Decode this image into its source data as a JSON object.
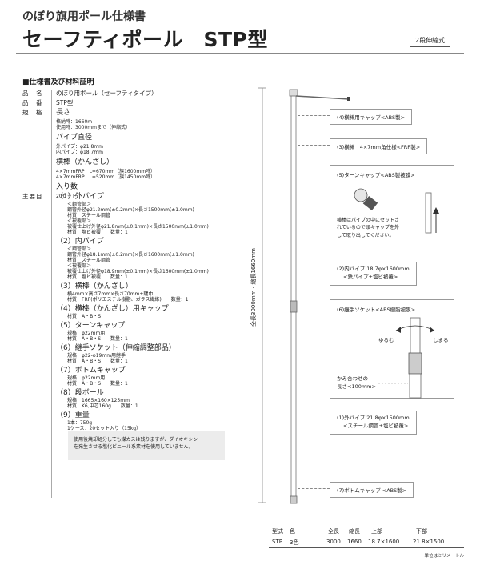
{
  "header": {
    "doc_label": "のぼり旗用ポール仕様書",
    "title": "セーフティポール　STP型",
    "badge": "2段伸縮式"
  },
  "section_title": "■仕様書及び材料証明",
  "spec": {
    "hinmei_key": "品　名",
    "hinmei": "のぼり用ポール（セーフティタイプ）",
    "hinban_key": "品　番",
    "hinban": "STP型",
    "kikaku_key": "規　格",
    "length_title": "長さ",
    "length_1": "格納時：1660m",
    "length_2": "使用時：3000mmまで（伸縮式）",
    "pipe_title": "パイプ直径",
    "pipe_1": "外パイプ：φ21.8mm",
    "pipe_2": "内パイプ：φ18.7mm",
    "yoko_title": "横棒（かんざし）",
    "yoko_1": "4×7mmFRP　L=670mm（旗1600mm時）",
    "yoko_2": "4×7mmFRP　L=520mm（旗1450mm時）",
    "count_title": "入り数",
    "count_1": "20セット",
    "shuyo_key": "主要目",
    "p1_title": "（1）外パイプ",
    "p1_l1": "＜鋼管部＞",
    "p1_l2": "鋼管外径φ21.2mm(±0.2mm)×長さ1500mm(±1.0mm)",
    "p1_l3": "材質：スチール鋼管",
    "p1_l4": "＜被覆部＞",
    "p1_l5": "被覆仕上げ外径φ21.8mm(±0.1mm)×長さ1500mm(±1.0mm)",
    "p1_l6": "材質：塩ビ被覆　　数量：1",
    "p2_title": "（2）内パイプ",
    "p2_l1": "＜鋼管部＞",
    "p2_l2": "鋼管外径φ18.1mm(±0.2mm)×長さ1600mm(±1.0mm)",
    "p2_l3": "材質：スチール鋼管",
    "p2_l4": "＜被覆部＞",
    "p2_l5": "被覆仕上げ外径φ18.9mm(±0.1mm)×長さ1600mm(±1.0mm)",
    "p2_l6": "材質：塩ビ被覆　　数量：1",
    "p3_title": "（3）横棒（かんざし）",
    "p3_l1": "横4mm×高さ7mm×長さ70mm+鍵巾",
    "p3_l2": "材質：FRP(ポリエステル樹脂、ガラス繊維)　　数量：1",
    "p4_title": "（4）横棒（かんざし）用キャップ",
    "p4_l1": "材質：A・B・S",
    "p5_title": "（5）ターンキャップ",
    "p5_l1": "規格：φ22mm用",
    "p5_l2": "材質：A・B・S　　数量：1",
    "p6_title": "（6）継手ソケット（伸縮調整部品）",
    "p6_l1": "規格：φ22-φ19mm用継手",
    "p6_l2": "材質：A・B・S　　数量：1",
    "p7_title": "（7）ボトムキャップ",
    "p7_l1": "規格：φ22mm用",
    "p7_l2": "材質：A・B・S　　数量：1",
    "p8_title": "（8）段ボール",
    "p8_l1": "規格：1665×160×125mm",
    "p8_l2": "材質：K6,中芯160g　　数量：1",
    "p9_title": "（9）重量",
    "p9_l1": "1本：750g",
    "p9_l2": "1ケース：20セット入り（15kg）"
  },
  "note": {
    "line1": "使用後焼却処分しても煤カスは残りますが、ダイオキシン",
    "line2": "を発生させる塩化ビニール系素材を使用していません。"
  },
  "diagram": {
    "vertical_label": "全長3000mm・縮長1660mm",
    "c4": "(4)横棒用キャップ<ABS製>",
    "c3": "(3)横棒　4×7mm角仕様<FRP製>",
    "c5": "(5)ターンキャップ<ABS製被膜>",
    "c5_note1": "横棒はパイプの中にセットさ",
    "c5_note2": "れているので頭キャップを外",
    "c5_note3": "して取り出してください。",
    "c2a": "(2)内パイプ 18.7φ×1600mm",
    "c2b": "<鉄パイプ+塩ビ被覆>",
    "c6": "(6)継手ソケット<ABS樹脂被膜>",
    "loosen": "ゆるむ",
    "tighten": "しまる",
    "overlap1": "かみ合わせの",
    "overlap2": "長さ<100mm>",
    "c1a": "(1)外パイプ 21.8φ×1500mm",
    "c1b": "<スチール鋼管+塩ビ被覆>",
    "c7": "(7)ボトムキャップ <ABS製>"
  },
  "table": {
    "headers": [
      "型式",
      "色",
      "全長",
      "縮長",
      "上部",
      "下部"
    ],
    "row": [
      "STP",
      "3色",
      "3000",
      "1660",
      "18.7×1600",
      "21.8×1500"
    ],
    "unit": "単位はミリメートル"
  }
}
